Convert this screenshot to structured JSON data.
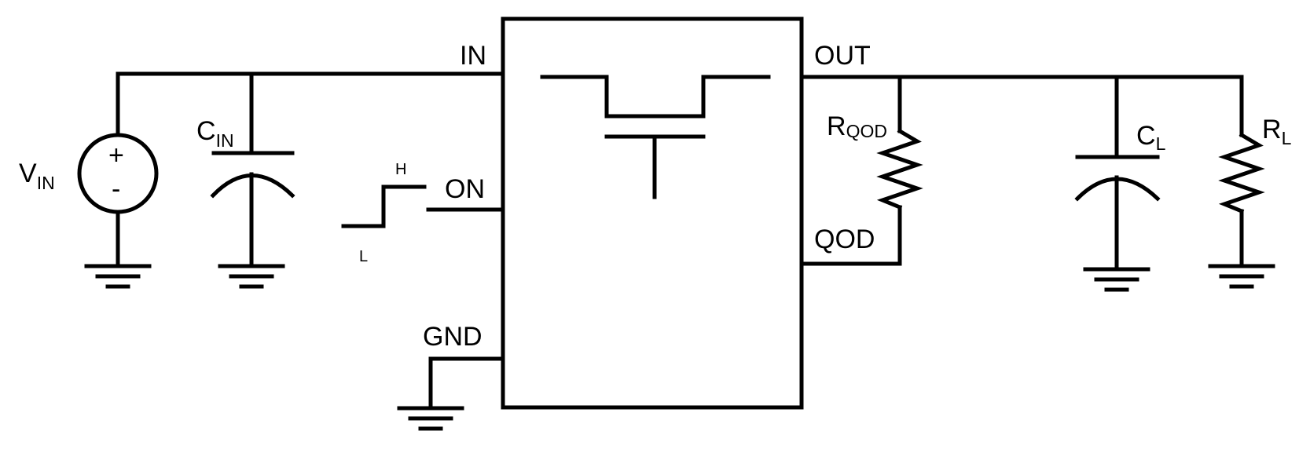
{
  "pins": {
    "in": "IN",
    "on": "ON",
    "gnd": "GND",
    "out": "OUT",
    "qod": "QOD"
  },
  "source": {
    "label": "V",
    "sub": "IN",
    "plus": "+",
    "minus": "-"
  },
  "input_cap": {
    "label": "C",
    "sub": "IN"
  },
  "qod_resistor": {
    "label": "R",
    "sub": "QOD"
  },
  "load_cap": {
    "label": "C",
    "sub": "L"
  },
  "load_resistor": {
    "label": "R",
    "sub": "L"
  },
  "on_signal": {
    "high": "H",
    "low": "L"
  }
}
